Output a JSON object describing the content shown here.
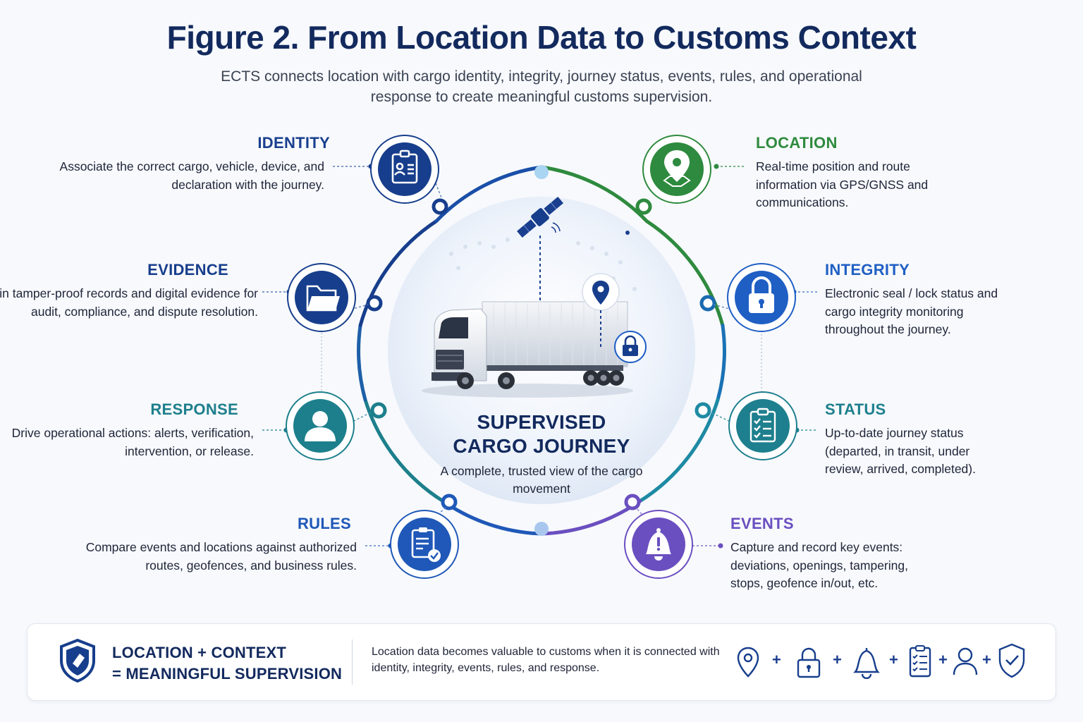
{
  "header": {
    "title": "Figure 2. From Location Data to Customs Context",
    "subtitle": "ECTS connects location with cargo identity, integrity, journey status, events, rules, and operational response to create meaningful customs supervision."
  },
  "center": {
    "title_line1": "SUPERVISED",
    "title_line2": "CARGO JOURNEY",
    "description": "A complete, trusted view of the cargo movement"
  },
  "nodes": {
    "identity": {
      "title": "IDENTITY",
      "description": "Associate the correct cargo, vehicle, device, and declaration with the journey.",
      "color": "#1a3f8f",
      "icon": "id-card-icon"
    },
    "evidence": {
      "title": "EVIDENCE",
      "description": "Maintain tamper-proof records and digital evidence for audit, compliance, and dispute resolution.",
      "color": "#173e8c",
      "icon": "folder-icon"
    },
    "response": {
      "title": "RESPONSE",
      "description": "Drive operational actions: alerts, verification, intervention, or release.",
      "color": "#1d7f8c",
      "icon": "person-icon"
    },
    "rules": {
      "title": "RULES",
      "description": "Compare events and locations against authorized routes, geofences, and business rules.",
      "color": "#1f58b8",
      "icon": "clipboard-check-icon"
    },
    "location": {
      "title": "LOCATION",
      "description": "Real-time position and route information via GPS/GNSS and communications.",
      "color": "#2e8a3e",
      "icon": "map-pin-icon"
    },
    "integrity": {
      "title": "INTEGRITY",
      "description": "Electronic seal / lock status and cargo integrity monitoring throughout the journey.",
      "color": "#1f5fc4",
      "icon": "padlock-icon"
    },
    "status": {
      "title": "STATUS",
      "description": "Up-to-date journey status (departed, in transit, under review, arrived, completed).",
      "color": "#1e7f8e",
      "icon": "checklist-icon"
    },
    "events": {
      "title": "EVENTS",
      "description": "Capture and record key events: deviations, openings, tampering, stops, geofence in/out, etc.",
      "color": "#6a4fc0",
      "icon": "bell-alert-icon"
    }
  },
  "footer": {
    "title_line1": "LOCATION + CONTEXT",
    "title_line2": "= MEANINGFUL SUPERVISION",
    "text": "Location data becomes valuable to customs when it is connected with identity, integrity, events, rules, and response.",
    "plus": "+",
    "icons": [
      "map-pin-icon",
      "padlock-icon",
      "bell-icon",
      "checklist-icon",
      "person-icon",
      "shield-check-icon"
    ]
  }
}
